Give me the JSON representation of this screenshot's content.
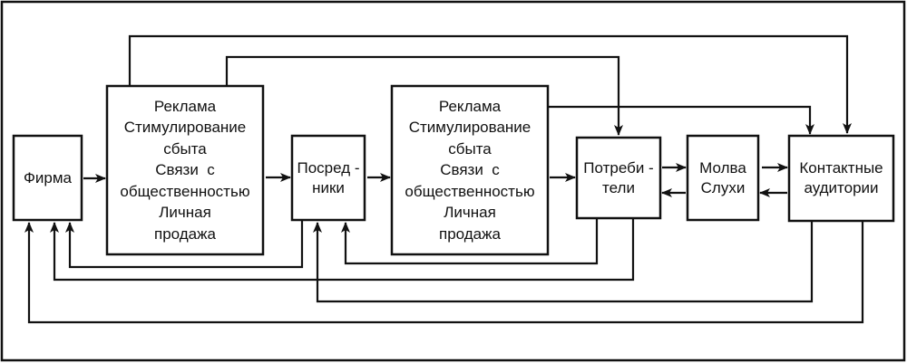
{
  "diagram": {
    "colors": {
      "line": "#111111",
      "background": "#ffffff"
    },
    "nodes": {
      "firm": {
        "lines": [
          "Фирма"
        ]
      },
      "promo1": {
        "lines": [
          "Реклама",
          "Стимулирование",
          "сбыта",
          "Связи  с",
          "общественностью",
          "Личная",
          "продажа"
        ]
      },
      "intermediaries": {
        "lines": [
          "Посред -",
          "ники"
        ]
      },
      "promo2": {
        "lines": [
          "Реклама",
          "Стимулирование",
          "сбыта",
          "Связи  с",
          "общественностью",
          "Личная",
          "продажа"
        ]
      },
      "consumers": {
        "lines": [
          "Потреби -",
          "тели"
        ]
      },
      "rumors": {
        "lines": [
          "Молва",
          "Слухи"
        ]
      },
      "audiences": {
        "lines": [
          "Контактные",
          "аудитории"
        ]
      }
    },
    "edges": [
      {
        "from": "firm",
        "to": "promo1"
      },
      {
        "from": "promo1",
        "to": "intermediaries"
      },
      {
        "from": "intermediaries",
        "to": "promo2"
      },
      {
        "from": "promo2",
        "to": "consumers"
      },
      {
        "from": "promo2",
        "to": "audiences"
      },
      {
        "from": "promo1",
        "to": "consumers"
      },
      {
        "from": "promo1",
        "to": "audiences"
      },
      {
        "from": "consumers",
        "to": "rumors"
      },
      {
        "from": "rumors",
        "to": "consumers"
      },
      {
        "from": "rumors",
        "to": "audiences"
      },
      {
        "from": "audiences",
        "to": "rumors"
      },
      {
        "from": "intermediaries",
        "to": "firm"
      },
      {
        "from": "consumers",
        "to": "firm"
      },
      {
        "from": "consumers",
        "to": "intermediaries"
      },
      {
        "from": "audiences",
        "to": "intermediaries"
      },
      {
        "from": "audiences",
        "to": "firm"
      }
    ]
  }
}
